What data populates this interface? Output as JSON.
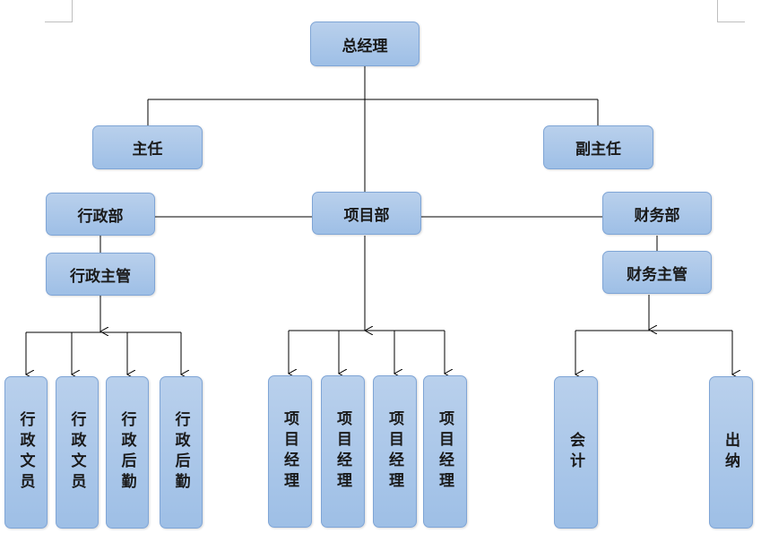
{
  "nodes": {
    "ceo": "总经理",
    "director": "主任",
    "deputy_director": "副主任",
    "admin_dept": "行政部",
    "project_dept": "项目部",
    "finance_dept": "财务部",
    "admin_supervisor": "行政主管",
    "finance_supervisor": "财务主管",
    "admin_staff": [
      "行政文员",
      "行政文员",
      "行政后勤",
      "行政后勤"
    ],
    "project_managers": [
      "项目经理",
      "项目经理",
      "项目经理",
      "项目经理"
    ],
    "finance_staff": [
      "会计",
      "出纳"
    ]
  },
  "colors": {
    "box_fill": "#a9c6ea",
    "box_border": "#7fa5d6",
    "line": "#000000"
  }
}
